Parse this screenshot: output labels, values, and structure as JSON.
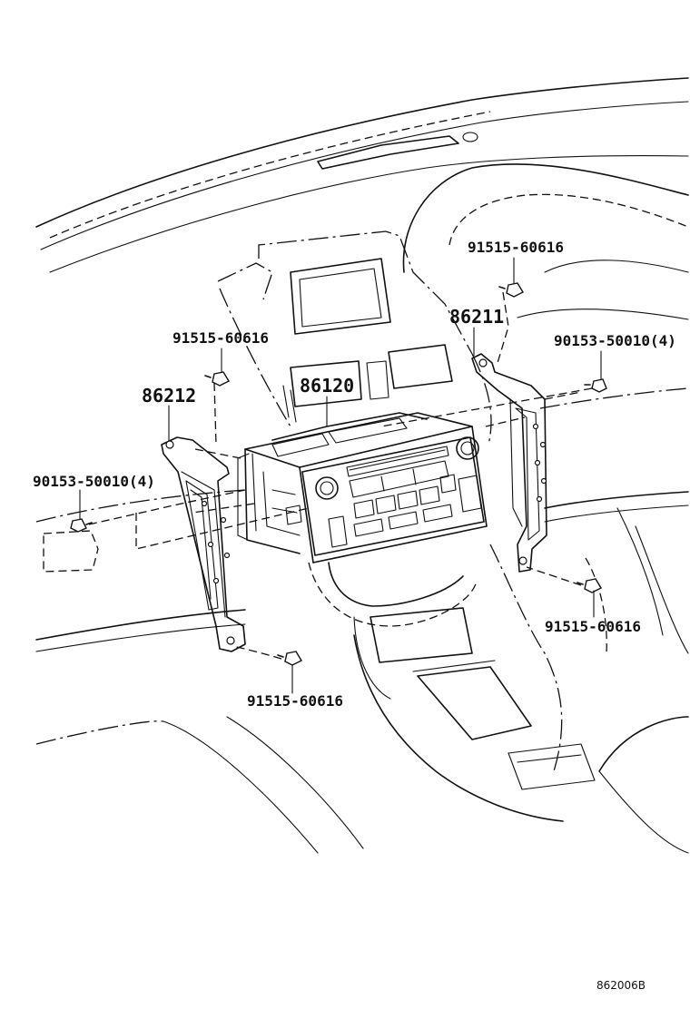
{
  "diagram": {
    "callouts": [
      {
        "id": "c1",
        "text": "91515-60616"
      },
      {
        "id": "c2",
        "text": "86211"
      },
      {
        "id": "c3",
        "text": "90153-50010(4)"
      },
      {
        "id": "c4",
        "text": "91515-60616"
      },
      {
        "id": "c5",
        "text": "86120"
      },
      {
        "id": "c6",
        "text": "86212"
      },
      {
        "id": "c7",
        "text": "90153-50010(4)"
      },
      {
        "id": "c8",
        "text": "91515-60616"
      },
      {
        "id": "c9",
        "text": "91515-60616"
      }
    ],
    "figure_code": "862006B"
  }
}
